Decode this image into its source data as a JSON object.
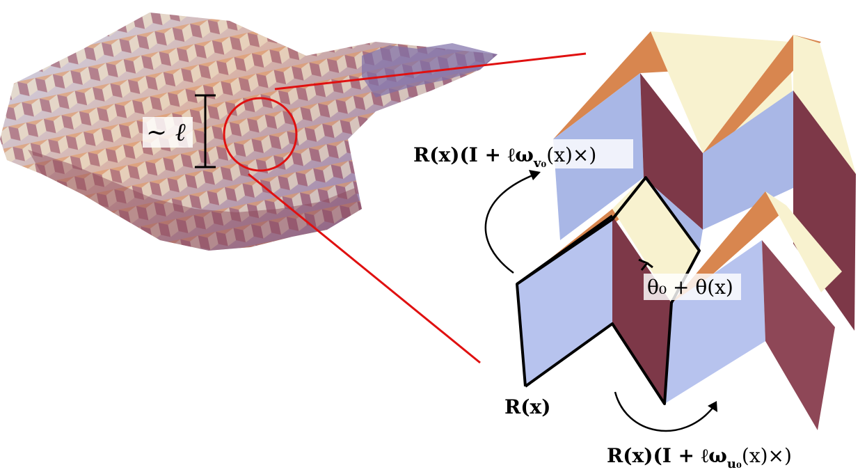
{
  "labels": {
    "scale": "∼ ℓ",
    "rot_v0": "R(x)(I + ℓω",
    "rot_v0_sub": "v₀",
    "rot_v0_tail": "(x)×)",
    "angle": "θ₀ + θ(x)",
    "rot_base": "R(x)",
    "rot_u0": "R(x)(I + ℓω",
    "rot_u0_sub": "u₀",
    "rot_u0_tail": "(x)×)"
  },
  "colors": {
    "face_blue": "#a9b7e6",
    "face_blue_light": "#c3cef1",
    "face_maroon": "#7d3848",
    "face_maroon_light": "#8e4757",
    "face_cream": "#f8f2cf",
    "face_orange": "#d8864f",
    "zoom_lines": "#e01010",
    "outline": "#000000"
  }
}
